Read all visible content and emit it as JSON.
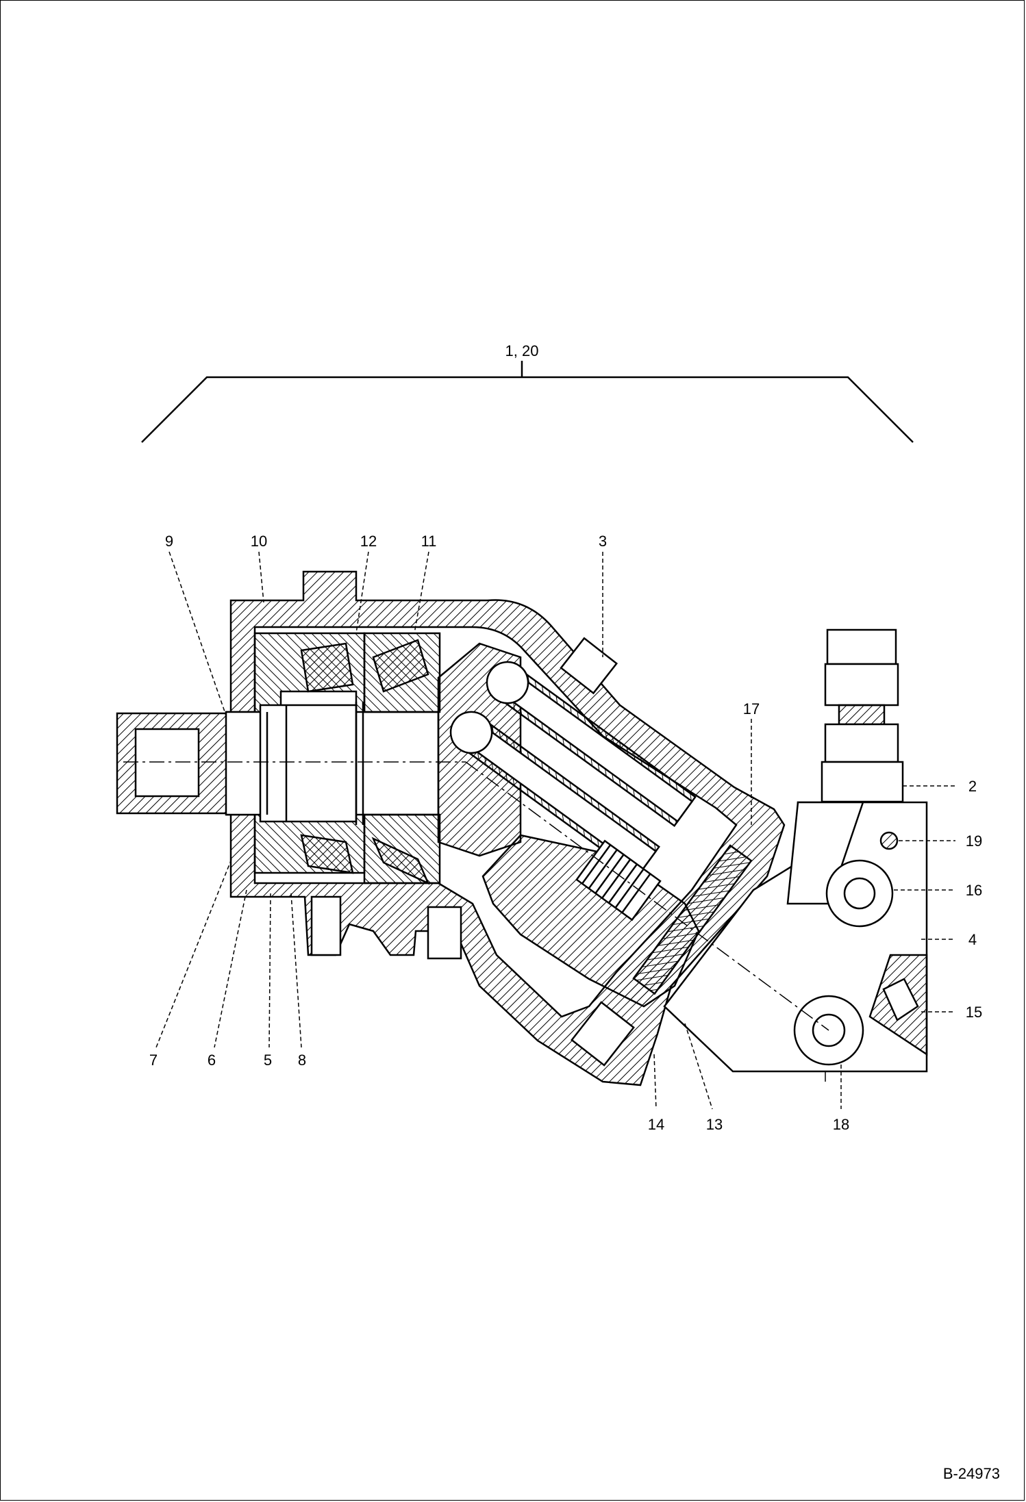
{
  "diagram": {
    "reference": "B-24973",
    "group_label": "1, 20",
    "callouts": [
      "2",
      "3",
      "4",
      "5",
      "6",
      "7",
      "8",
      "9",
      "10",
      "11",
      "12",
      "13",
      "14",
      "15",
      "16",
      "17",
      "18",
      "19"
    ]
  },
  "colors": {
    "line": "#000000",
    "background": "#ffffff"
  }
}
